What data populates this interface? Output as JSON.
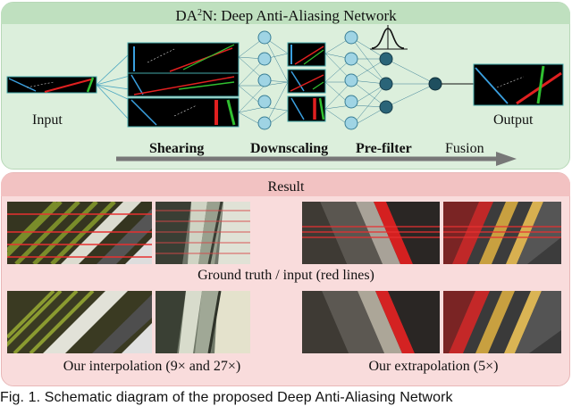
{
  "figure": {
    "title_prefix": "DA",
    "title_superscript": "2",
    "title_suffix": "N: Deep Anti-Aliasing Network",
    "labels": {
      "input": "Input",
      "output": "Output",
      "shearing": "Shearing",
      "downscaling": "Downscaling",
      "prefilter": "Pre-filter",
      "fusion": "Fusion"
    },
    "result": {
      "title": "Result",
      "caption_ground_truth": "Ground truth / input (red lines)",
      "caption_interpolation": "Our interpolation (9× and 27×)",
      "caption_extrapolation": "Our extrapolation (5×)"
    },
    "caption": "Fig. 1.  Schematic diagram of the proposed Deep Anti-Aliasing Network"
  },
  "colors": {
    "top_panel": "#dcefdc",
    "result_panel": "#f9dcdc",
    "node_fill": "#9fd4e4",
    "node_stroke": "#3a7f96",
    "dark_node": "#1f4f5f",
    "arrow": "#777777"
  }
}
